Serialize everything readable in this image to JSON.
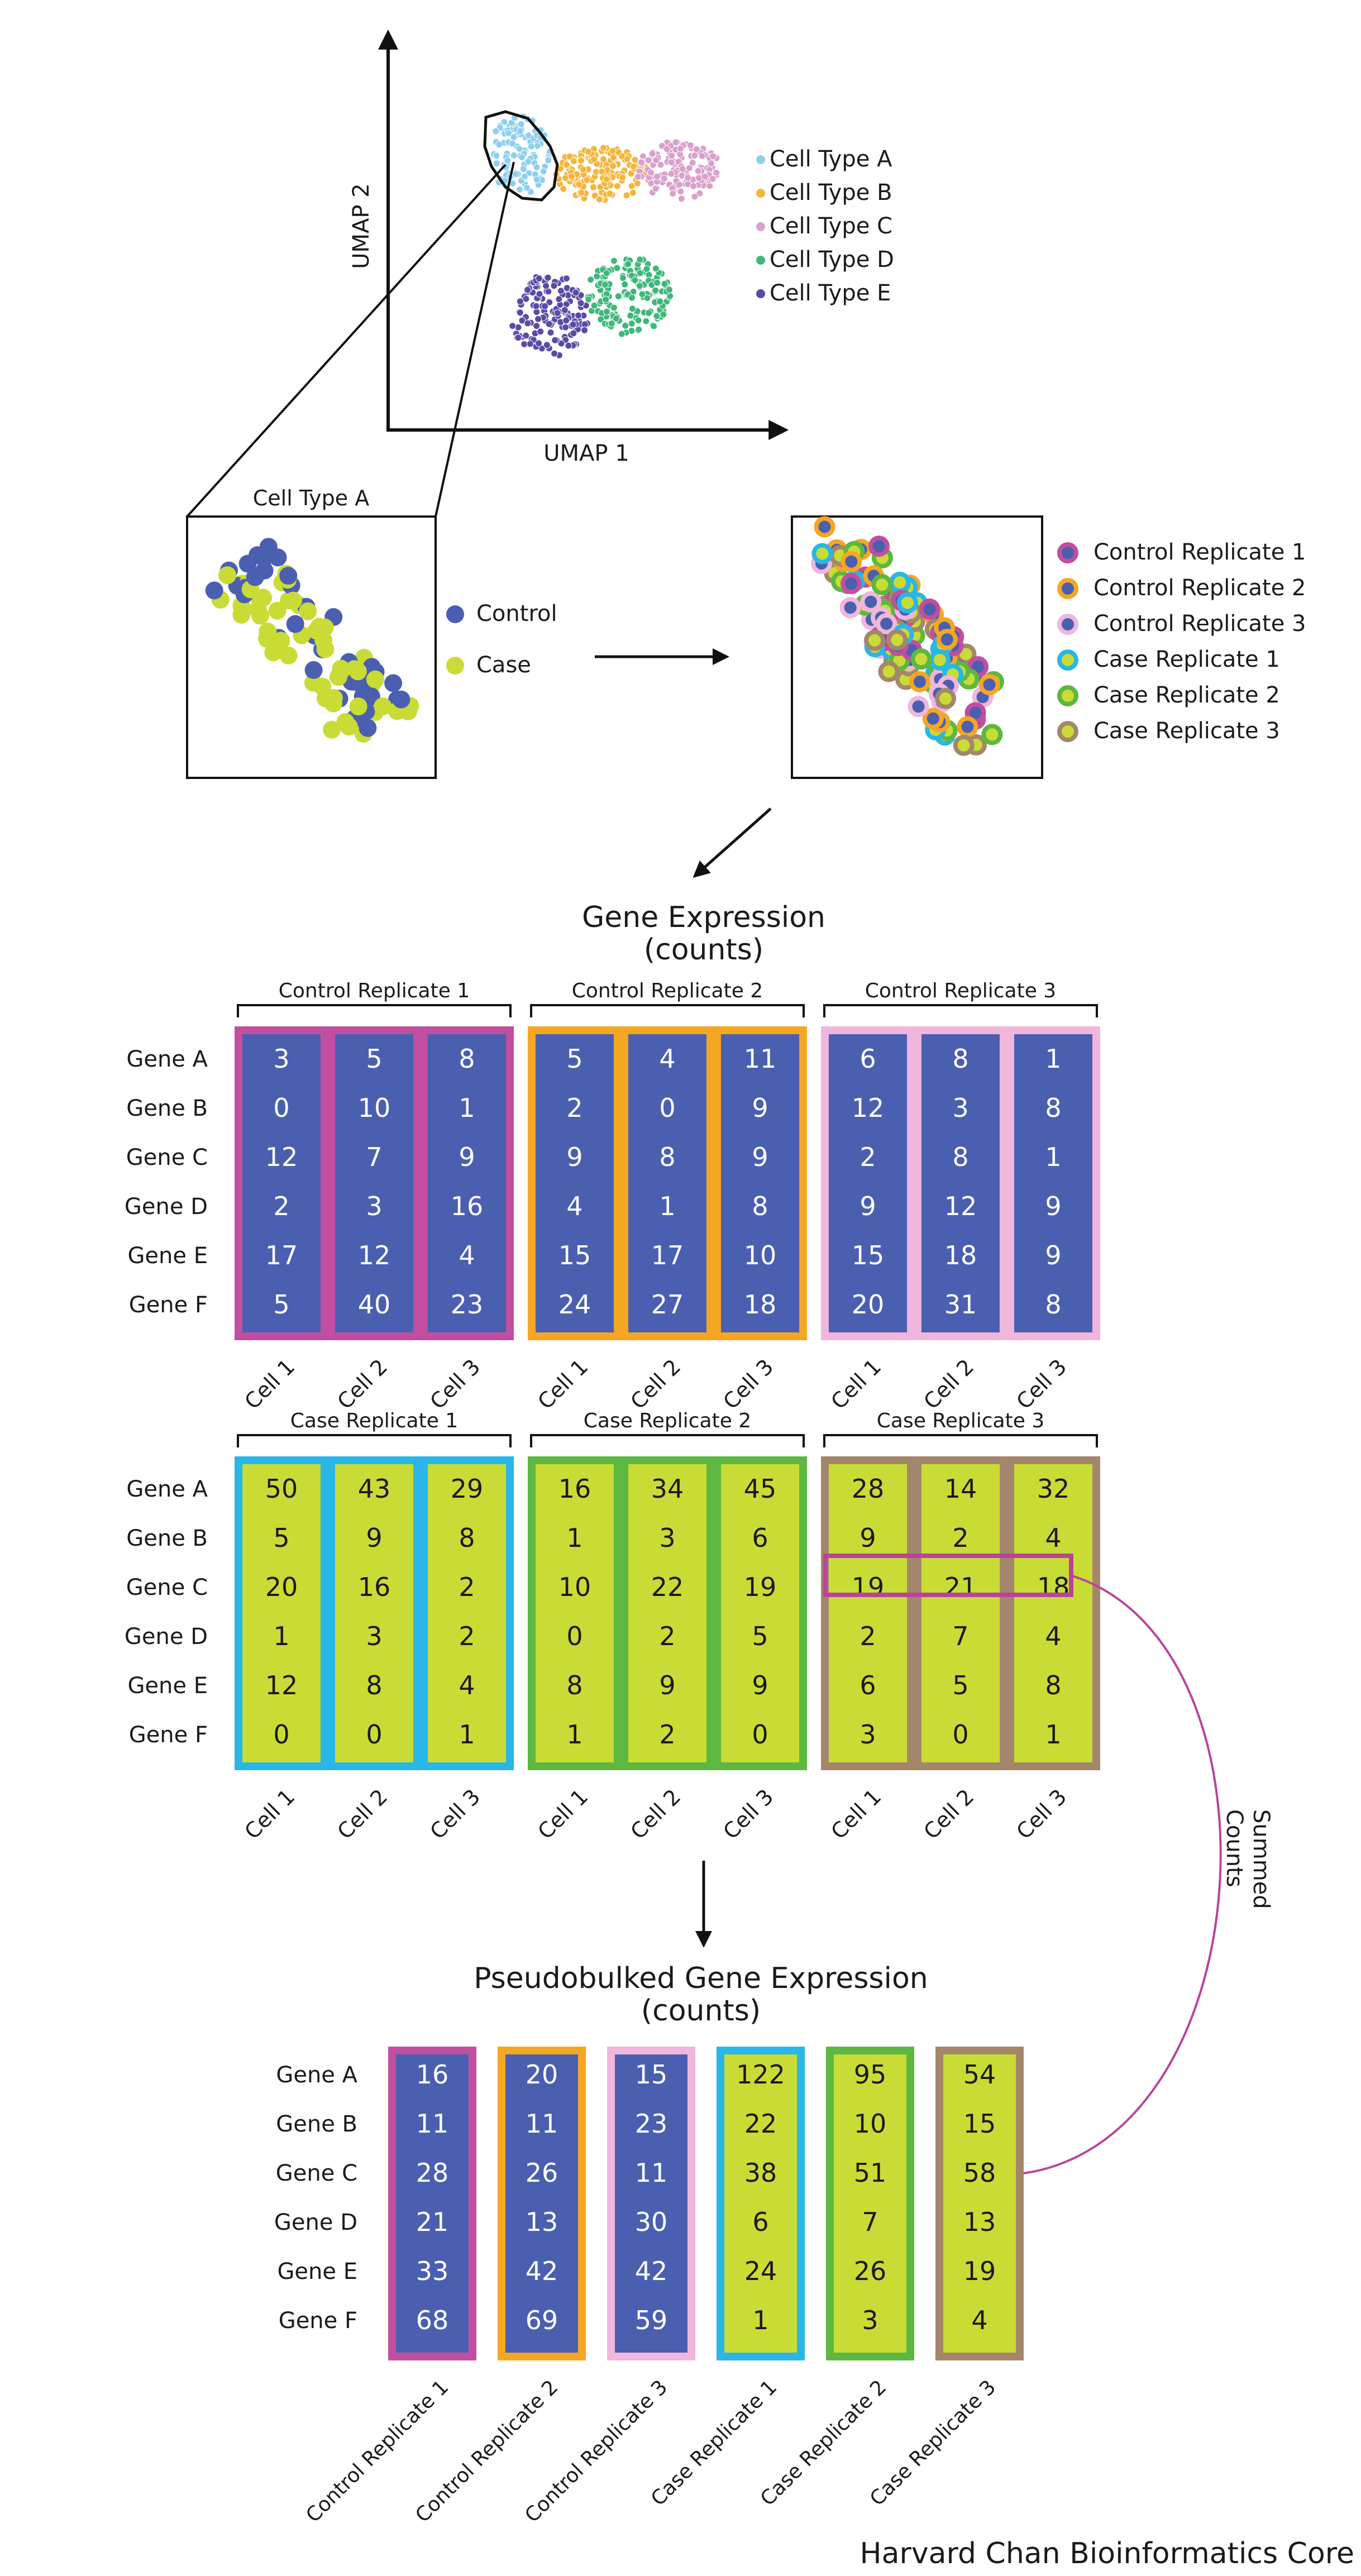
{
  "colors": {
    "cell_type_a": "#8ecfee",
    "cell_type_b": "#f5b53b",
    "cell_type_c": "#d9a0cc",
    "cell_type_d": "#3db87a",
    "cell_type_e": "#5a4aa6",
    "control": "#4a5fb0",
    "case": "#c9dc35",
    "control_replicate_1": "#c14ea0",
    "control_replicate_2": "#f5a623",
    "control_replicate_3": "#f0b6dc",
    "case_replicate_1": "#29b6e8",
    "case_replicate_2": "#5cb840",
    "case_replicate_3": "#a4876a",
    "highlight": "#b9449a"
  },
  "umap": {
    "xlabel": "UMAP 1",
    "ylabel": "UMAP 2",
    "legend": [
      {
        "label": "Cell Type A",
        "color": "cell_type_a"
      },
      {
        "label": "Cell Type B",
        "color": "cell_type_b"
      },
      {
        "label": "Cell Type C",
        "color": "cell_type_c"
      },
      {
        "label": "Cell Type D",
        "color": "cell_type_d"
      },
      {
        "label": "Cell Type E",
        "color": "cell_type_e"
      }
    ]
  },
  "zoom_panel": {
    "title": "Cell Type A",
    "legend": [
      {
        "label": "Control",
        "color": "control"
      },
      {
        "label": "Case",
        "color": "case"
      }
    ]
  },
  "replicate_panel": {
    "legend": [
      {
        "label": "Control Replicate 1",
        "color": "control_replicate_1",
        "fill": "control"
      },
      {
        "label": "Control Replicate 2",
        "color": "control_replicate_2",
        "fill": "control"
      },
      {
        "label": "Control Replicate 3",
        "color": "control_replicate_3",
        "fill": "control"
      },
      {
        "label": "Case Replicate 1",
        "color": "case_replicate_1",
        "fill": "case"
      },
      {
        "label": "Case Replicate 2",
        "color": "case_replicate_2",
        "fill": "case"
      },
      {
        "label": "Case Replicate 3",
        "color": "case_replicate_3",
        "fill": "case"
      }
    ]
  },
  "gene_expression": {
    "title": "Gene Expression",
    "subtitle": "(counts)",
    "genes": [
      "Gene A",
      "Gene B",
      "Gene C",
      "Gene D",
      "Gene E",
      "Gene F"
    ],
    "cell_labels": [
      "Cell 1",
      "Cell 2",
      "Cell 3"
    ],
    "control_groups": [
      {
        "name": "Control Replicate 1",
        "color": "control_replicate_1",
        "cells": [
          [
            3,
            0,
            12,
            2,
            17,
            5
          ],
          [
            5,
            10,
            7,
            3,
            12,
            40
          ],
          [
            8,
            1,
            9,
            16,
            4,
            23
          ]
        ]
      },
      {
        "name": "Control Replicate 2",
        "color": "control_replicate_2",
        "cells": [
          [
            5,
            2,
            9,
            4,
            15,
            24
          ],
          [
            4,
            0,
            8,
            1,
            17,
            27
          ],
          [
            11,
            9,
            9,
            8,
            10,
            18
          ]
        ]
      },
      {
        "name": "Control Replicate 3",
        "color": "control_replicate_3",
        "cells": [
          [
            6,
            12,
            2,
            9,
            15,
            20
          ],
          [
            8,
            3,
            8,
            12,
            18,
            31
          ],
          [
            1,
            8,
            1,
            9,
            9,
            8
          ]
        ]
      }
    ],
    "case_groups": [
      {
        "name": "Case Replicate 1",
        "color": "case_replicate_1",
        "cells": [
          [
            50,
            5,
            20,
            1,
            12,
            0
          ],
          [
            43,
            9,
            16,
            3,
            8,
            0
          ],
          [
            29,
            8,
            2,
            2,
            4,
            1
          ]
        ]
      },
      {
        "name": "Case Replicate 2",
        "color": "case_replicate_2",
        "cells": [
          [
            16,
            1,
            10,
            0,
            8,
            1
          ],
          [
            34,
            3,
            22,
            2,
            9,
            2
          ],
          [
            45,
            6,
            19,
            5,
            9,
            0
          ]
        ]
      },
      {
        "name": "Case Replicate 3",
        "color": "case_replicate_3",
        "cells": [
          [
            28,
            9,
            19,
            2,
            6,
            3
          ],
          [
            14,
            2,
            21,
            7,
            5,
            0
          ],
          [
            32,
            4,
            18,
            4,
            8,
            1
          ]
        ]
      }
    ]
  },
  "summed_label": "Summed Counts",
  "pseudobulk": {
    "title": "Pseudobulked Gene Expression",
    "subtitle": "(counts)",
    "genes": [
      "Gene A",
      "Gene B",
      "Gene C",
      "Gene D",
      "Gene E",
      "Gene F"
    ],
    "columns": [
      {
        "name": "Control Replicate 1",
        "color": "control_replicate_1",
        "values": [
          16,
          11,
          28,
          21,
          33,
          68
        ]
      },
      {
        "name": "Control Replicate 2",
        "color": "control_replicate_2",
        "values": [
          20,
          11,
          26,
          13,
          42,
          69
        ]
      },
      {
        "name": "Control Replicate 3",
        "color": "control_replicate_3",
        "values": [
          15,
          23,
          11,
          30,
          42,
          59
        ]
      },
      {
        "name": "Case Replicate 1",
        "color": "case_replicate_1",
        "values": [
          122,
          22,
          38,
          6,
          24,
          1
        ]
      },
      {
        "name": "Case Replicate 2",
        "color": "case_replicate_2",
        "values": [
          95,
          10,
          51,
          7,
          26,
          3
        ]
      },
      {
        "name": "Case Replicate 3",
        "color": "case_replicate_3",
        "values": [
          54,
          15,
          58,
          13,
          19,
          4
        ]
      }
    ]
  },
  "credit": "Harvard Chan Bioinformatics Core"
}
